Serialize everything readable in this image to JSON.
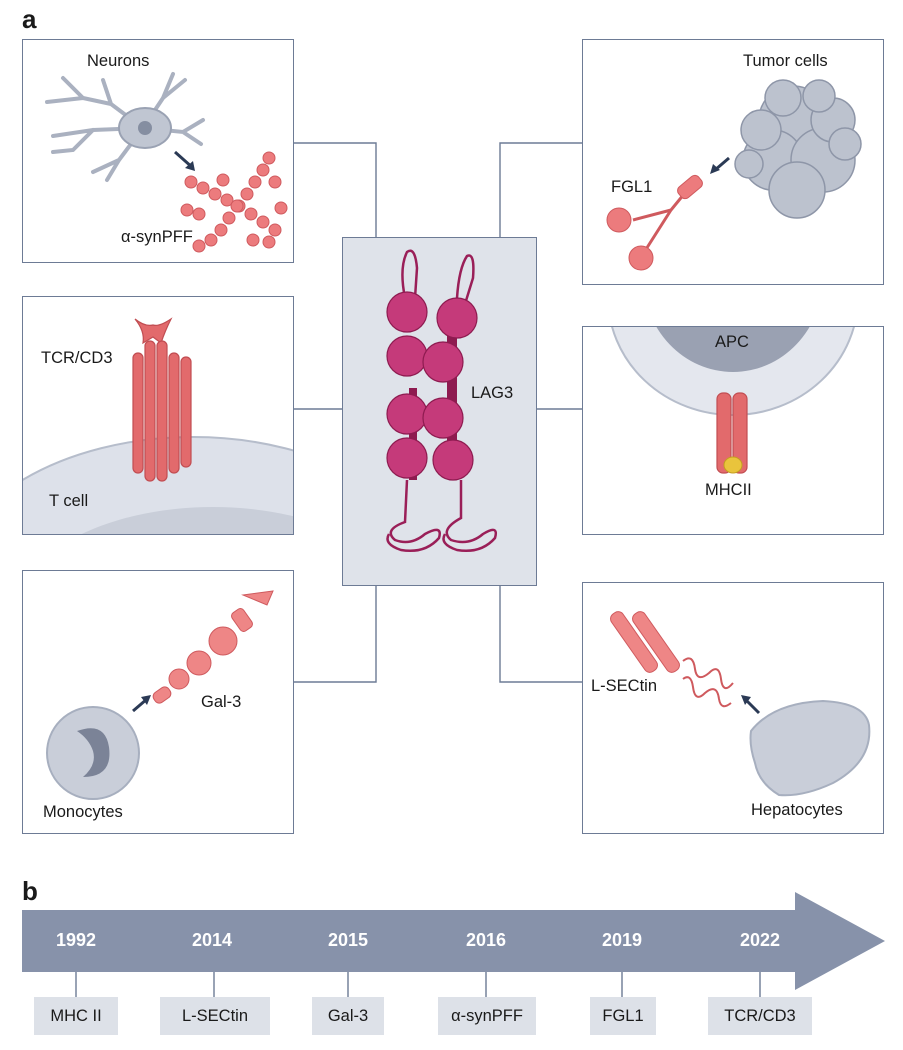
{
  "panels": {
    "a": "a",
    "b": "b"
  },
  "center": {
    "label": "LAG3"
  },
  "boxes": {
    "neurons": {
      "title": "Neurons",
      "ligand": "α-synPFF"
    },
    "tcell": {
      "title": "TCR/CD3",
      "cell": "T cell"
    },
    "monocytes": {
      "title": "Monocytes",
      "ligand": "Gal-3"
    },
    "tumor": {
      "title": "Tumor cells",
      "ligand": "FGL1"
    },
    "apc": {
      "title": "APC",
      "ligand": "MHCII"
    },
    "hepatocytes": {
      "title": "Hepatocytes",
      "ligand": "L-SECtin"
    }
  },
  "timeline": [
    {
      "year": "1992",
      "ligand": "MHC II"
    },
    {
      "year": "2014",
      "ligand": "L-SECtin"
    },
    {
      "year": "2015",
      "ligand": "Gal-3"
    },
    {
      "year": "2016",
      "ligand": "α-synPFF"
    },
    {
      "year": "2019",
      "ligand": "FGL1"
    },
    {
      "year": "2022",
      "ligand": "TCR/CD3"
    }
  ],
  "colors": {
    "border": "#6d7b95",
    "lag3": "#c53a7a",
    "ligand": "#e0676a",
    "cell": "#c9ced9",
    "timeline": "#8792aa"
  }
}
